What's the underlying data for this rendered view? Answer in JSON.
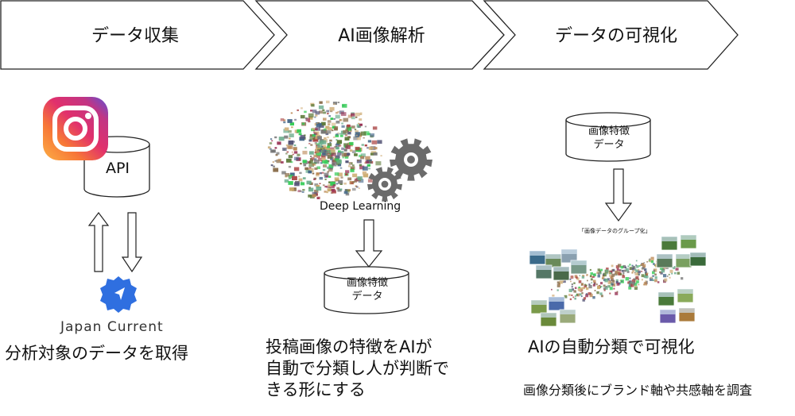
{
  "steps": [
    {
      "label": "データ収集"
    },
    {
      "label": "AI画像解析"
    },
    {
      "label": "データの可視化"
    }
  ],
  "col1": {
    "api_label": "API",
    "brand_name": "Japan Current",
    "caption": "分析対象のデータを取得"
  },
  "col2": {
    "deep_learning_label": "Deep Learning",
    "db_label_line1": "画像特徴",
    "db_label_line2": "データ",
    "caption_line1": "投稿画像の特徴をAIが",
    "caption_line2": "自動で分類し人が判断で",
    "caption_line3": "きる形にする"
  },
  "col3": {
    "db_label_line1": "画像特徴",
    "db_label_line2": "データ",
    "viz_title": "「画像データのグループ化」",
    "caption": "AIの自動分類で可視化",
    "sub_caption": "画像分類後にブランド軸や共感軸を調査"
  },
  "colors": {
    "instagram_gradient": [
      "#5b51d8",
      "#c13584",
      "#e1306c",
      "#fd1d1d",
      "#f77737",
      "#fcaf45"
    ],
    "badge_blue": "#2f6fe0",
    "gear_gray": "#6b6b6b"
  }
}
